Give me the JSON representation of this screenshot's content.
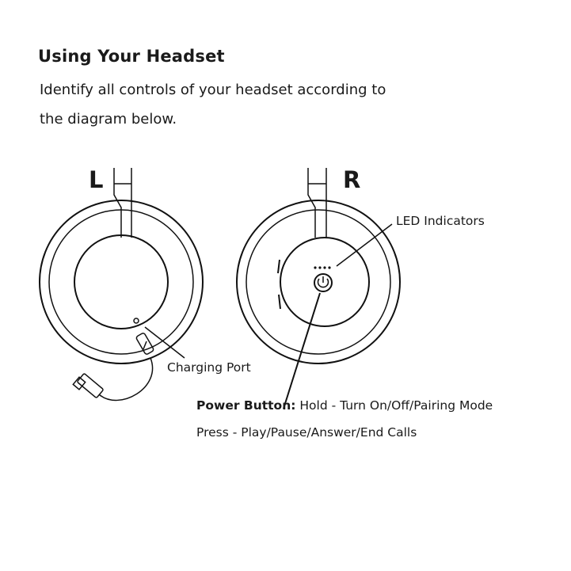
{
  "header": {
    "title": "Using Your Headset",
    "intro_line1": "Identify all controls of your headset according to",
    "intro_line2": "the diagram below."
  },
  "diagram": {
    "left_label": "L",
    "right_label": "R",
    "callouts": {
      "led": "LED Indicators",
      "charging": "Charging Port",
      "power_title": "Power Button:",
      "power_hold": "Hold - Turn On/Off/Pairing Mode",
      "power_press": "Press - Play/Pause/Answer/End Calls"
    },
    "icons": [
      "power-icon",
      "led-dot",
      "usb-plug-icon"
    ]
  }
}
